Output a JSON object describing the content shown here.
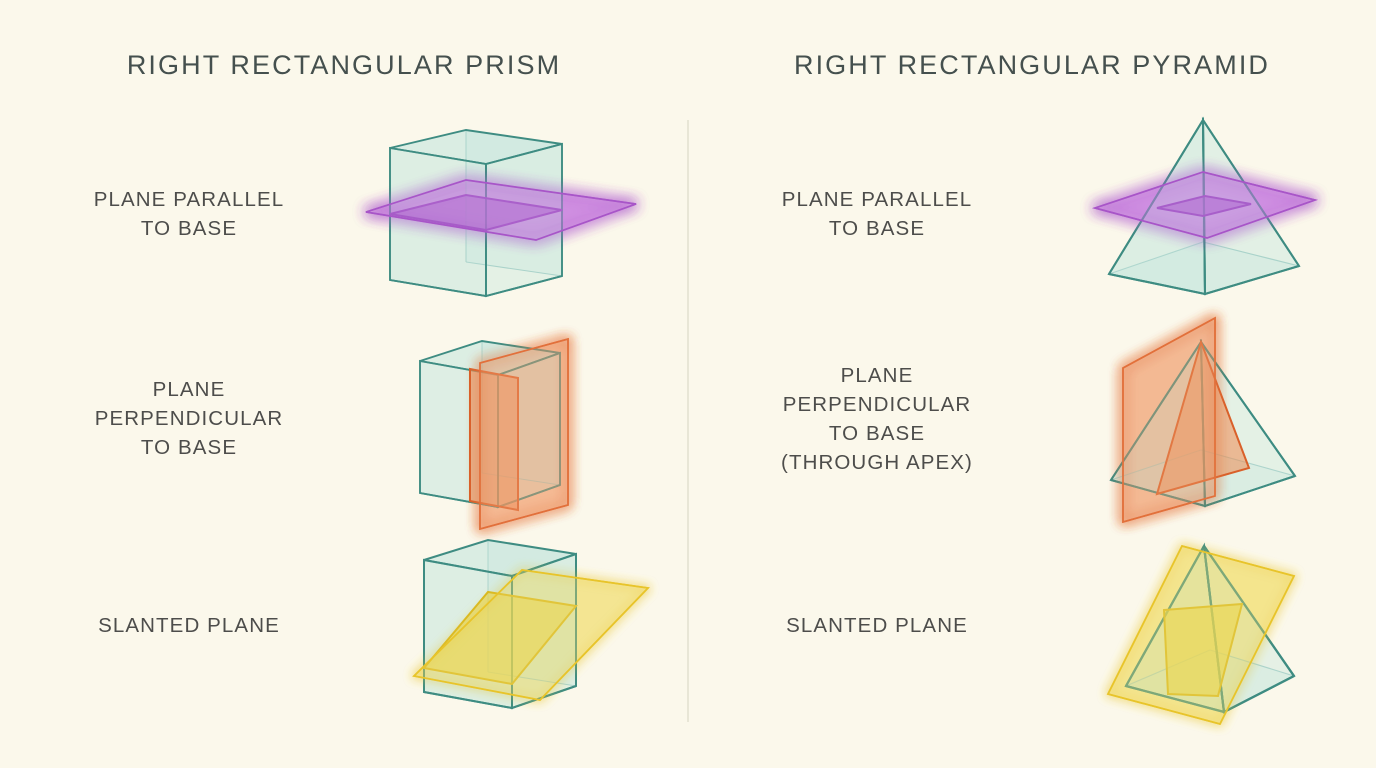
{
  "background_color": "#FBF8EB",
  "text_color": "#4A4A48",
  "divider_color": "#E8E6D6",
  "columns": {
    "left": {
      "title": "RIGHT RECTANGULAR PRISM"
    },
    "right": {
      "title": "RIGHT RECTANGULAR PYRAMID"
    }
  },
  "rows": [
    {
      "key": "parallel",
      "left_label": "PLANE PARALLEL\nTO BASE",
      "right_label": "PLANE PARALLEL\nTO BASE",
      "plane_color": "#A855C8",
      "plane_fill": "#C77CE0",
      "cross_section_color": "#8B44B5",
      "cross_section_fill": "#9E63C4",
      "glow_color": "#F3B6F0",
      "cross_section_shape_prism": "rectangle",
      "cross_section_shape_pyramid": "rectangle"
    },
    {
      "key": "perpendicular",
      "left_label": "PLANE\nPERPENDICULAR\nTO BASE",
      "right_label": "PLANE\nPERPENDICULAR\nTO BASE\n(THROUGH APEX)",
      "plane_color": "#E2703A",
      "plane_fill": "#F0A071",
      "cross_section_color": "#D9602A",
      "cross_section_fill": "#EE8A52",
      "glow_color": "#FFC08A",
      "cross_section_shape_prism": "rectangle",
      "cross_section_shape_pyramid": "triangle"
    },
    {
      "key": "slanted",
      "left_label": "SLANTED PLANE",
      "right_label": "SLANTED PLANE",
      "plane_color": "#E8C42A",
      "plane_fill": "#F2DE6A",
      "cross_section_color": "#D9B81F",
      "cross_section_fill": "#E8D445",
      "glow_color": "#FAEEA0",
      "cross_section_shape_prism": "parallelogram",
      "cross_section_shape_pyramid": "quadrilateral"
    }
  ],
  "solid": {
    "edge_color": "#3E8C82",
    "fill_color": "#BFE4DC",
    "hidden_edge_color": "#7FB8B0"
  },
  "figures": {
    "prism_parallel": {
      "name": "prism-with-parallel-plane"
    },
    "prism_perpendicular": {
      "name": "prism-with-perpendicular-plane"
    },
    "prism_slanted": {
      "name": "prism-with-slanted-plane"
    },
    "pyramid_parallel": {
      "name": "pyramid-with-parallel-plane"
    },
    "pyramid_perpendicular": {
      "name": "pyramid-with-perpendicular-plane"
    },
    "pyramid_slanted": {
      "name": "pyramid-with-slanted-plane"
    }
  }
}
